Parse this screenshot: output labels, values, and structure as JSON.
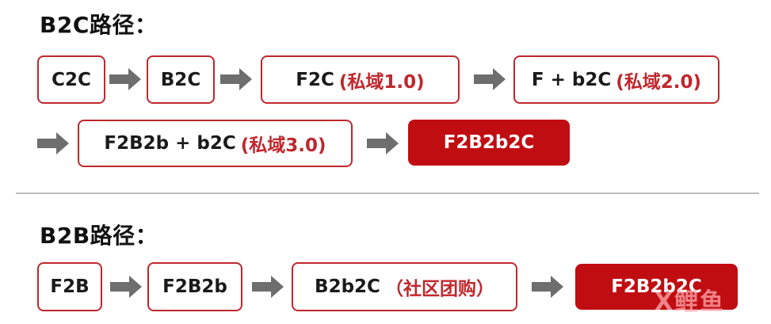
{
  "b2c": {
    "heading": "B2C路径：",
    "nodes": [
      {
        "text": "C2C",
        "note": ""
      },
      {
        "text": "B2C",
        "note": ""
      },
      {
        "text": "F2C",
        "note": "(私域1.0)"
      },
      {
        "text": "F + b2C",
        "note": "(私域2.0)"
      },
      {
        "text": "F2B2b + b2C",
        "note": "(私域3.0)"
      },
      {
        "text": "F2B2b2C",
        "note": ""
      }
    ]
  },
  "b2b": {
    "heading": "B2B路径：",
    "nodes": [
      {
        "text": "F2B",
        "note": ""
      },
      {
        "text": "F2B2b",
        "note": ""
      },
      {
        "text": "B2b2C",
        "note": "（社区团购）"
      },
      {
        "text": "F2B2b2C",
        "note": ""
      }
    ]
  },
  "colors": {
    "accent": "#c00d12",
    "border": "#c0272d",
    "arrow": "#6e6e6e",
    "divider": "#bdbdbd"
  },
  "watermark": {
    "text": "鲤鱼",
    "prefix": "X"
  }
}
